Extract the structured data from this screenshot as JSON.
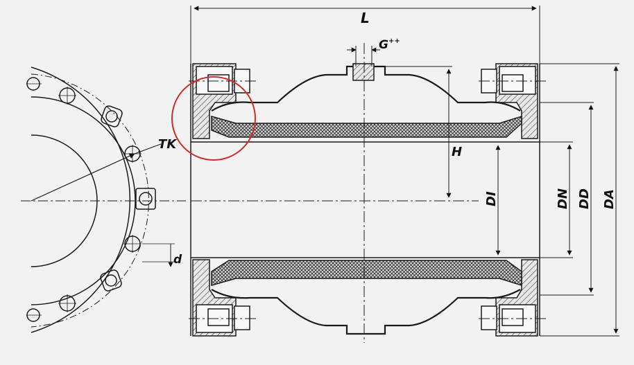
{
  "diagram": {
    "labels": {
      "L": "L",
      "G": "G",
      "G_sup": "++",
      "H": "H",
      "DI": "DI",
      "DN": "DN",
      "DD": "DD",
      "DA": "DA",
      "TK": "TK",
      "d": "d"
    },
    "colors": {
      "background": "#f2f2f2",
      "line": "#1a1a1a",
      "hatch": "#3a3a3a",
      "highlight_circle": "#d42a2a"
    }
  }
}
